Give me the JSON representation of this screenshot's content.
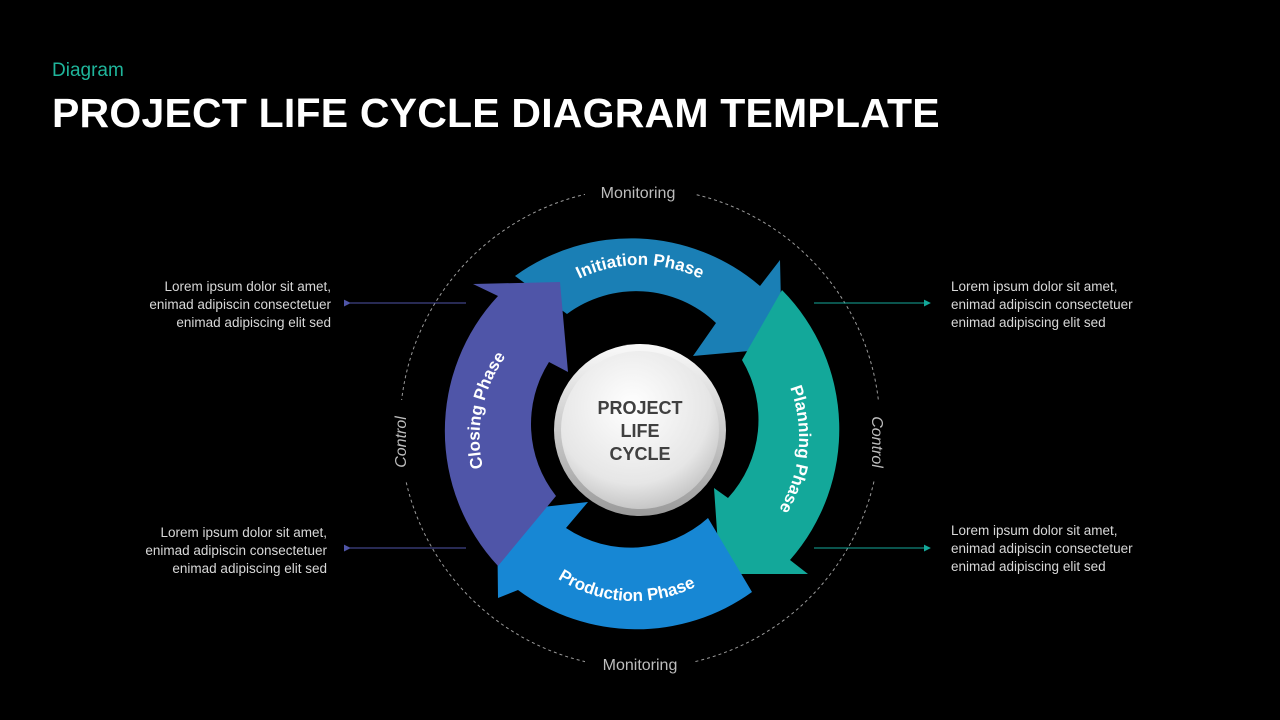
{
  "header": {
    "eyebrow": "Diagram",
    "title": "PROJECT LIFE CYCLE DIAGRAM TEMPLATE"
  },
  "cycle": {
    "center": [
      "PROJECT",
      "LIFE",
      "CYCLE"
    ],
    "phases": [
      {
        "label": "Initiation Phase",
        "color": "#1a7fb5"
      },
      {
        "label": "Planning Phase",
        "color": "#13a89a"
      },
      {
        "label": "Production Phase",
        "color": "#1787d4"
      },
      {
        "label": "Closing Phase",
        "color": "#4f55a8"
      }
    ],
    "ring_labels": {
      "top": "Monitoring",
      "bottom": "Monitoring",
      "left": "Control",
      "right": "Control"
    }
  },
  "notes": {
    "top_left": [
      "Lorem ipsum dolor sit amet,",
      "enimad adipiscin consectetuer",
      "enimad adipiscing elit sed"
    ],
    "bottom_left": [
      "Lorem ipsum dolor sit amet,",
      "enimad adipiscin consectetuer",
      "enimad adipiscing elit sed"
    ],
    "top_right": [
      "Lorem ipsum dolor sit amet,",
      "enimad adipiscin consectetuer",
      "enimad adipiscing elit sed"
    ],
    "bottom_right": [
      "Lorem ipsum dolor sit amet,",
      "enimad adipiscin consectetuer",
      "enimad adipiscing elit sed"
    ]
  },
  "colors": {
    "accent": "#1fb59b",
    "connector_left": "#4f55a8",
    "connector_right": "#13a89a"
  }
}
